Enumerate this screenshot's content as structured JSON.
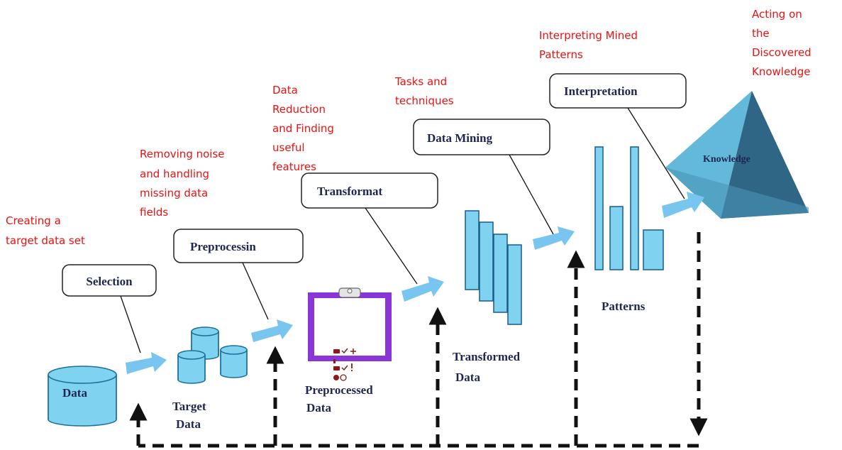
{
  "notes": {
    "selection": [
      "Creating a",
      "target data set"
    ],
    "preprocessing": [
      "Removing noise",
      "and handling",
      "missing data",
      "fields"
    ],
    "transformation": [
      "Data",
      "Reduction",
      "and Finding",
      "useful",
      "features"
    ],
    "data_mining": [
      "Tasks and",
      "techniques"
    ],
    "interpretation": [
      "Interpreting Mined",
      "Patterns"
    ],
    "knowledge": [
      "Acting on",
      "the",
      "Discovered",
      "Knowledge"
    ]
  },
  "stages": {
    "selection": "Selection",
    "preprocessing": "Preprocessin",
    "transformation": "Transformat",
    "data_mining": "Data Mining",
    "interpretation": "Interpretation"
  },
  "items": {
    "data": "Data",
    "target_data": [
      "Target",
      "Data"
    ],
    "preprocessed_data": [
      "Preprocessed",
      "Data"
    ],
    "transformed_data": [
      "Transformed",
      "Data"
    ],
    "patterns": "Patterns",
    "knowledge": "Knowledge"
  },
  "colors": {
    "note_text": "#ee1111",
    "label_text": "#1f2552",
    "shape_fill": "#7fd3f0",
    "arrow_fill": "#78c6ef",
    "clipboard_frame": "#8a35d8",
    "knowledge_light": "#62b9da",
    "knowledge_dark": "#2f6585"
  },
  "icons": {
    "flow_arrow": "right-arrow-icon",
    "feedback": "dashed-feedback-arrow",
    "database": "database-cylinder-icon",
    "clipboard": "clipboard-icon",
    "knowledge": "pyramid-icon"
  }
}
